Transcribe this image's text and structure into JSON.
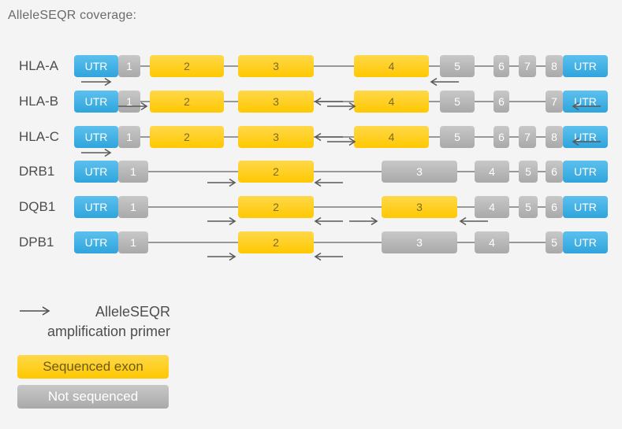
{
  "title": "AlleleSEQR coverage:",
  "colors": {
    "utr": "#2fa5dc",
    "utr_light": "#5cc0ee",
    "exon": "#ffc800",
    "exon_light": "#ffd84a",
    "not_sequenced": "#a9a9a9",
    "not_sequenced_light": "#c8c8c8",
    "line": "#7a7a7a",
    "arrow": "#5a5a5a"
  },
  "genes": [
    {
      "name": "HLA-A",
      "boxes": [
        {
          "label": "UTR",
          "kind": "utr"
        },
        {
          "label": "1",
          "kind": "not_sequenced"
        },
        {
          "label": "2",
          "kind": "exon"
        },
        {
          "label": "3",
          "kind": "exon"
        },
        {
          "label": "4",
          "kind": "exon"
        },
        {
          "label": "5",
          "kind": "not_sequenced"
        },
        {
          "label": "6",
          "kind": "not_sequenced"
        },
        {
          "label": "7",
          "kind": "not_sequenced"
        },
        {
          "label": "8",
          "kind": "not_sequenced"
        },
        {
          "label": "UTR",
          "kind": "utr"
        }
      ],
      "primers": [
        {
          "dir": "right"
        },
        {
          "dir": "left"
        }
      ]
    },
    {
      "name": "HLA-B",
      "boxes": [
        {
          "label": "UTR",
          "kind": "utr"
        },
        {
          "label": "1",
          "kind": "not_sequenced"
        },
        {
          "label": "2",
          "kind": "exon"
        },
        {
          "label": "3",
          "kind": "exon"
        },
        {
          "label": "4",
          "kind": "exon"
        },
        {
          "label": "5",
          "kind": "not_sequenced"
        },
        {
          "label": "6",
          "kind": "not_sequenced"
        },
        {
          "label": "7",
          "kind": "not_sequenced"
        },
        {
          "label": "UTR",
          "kind": "utr"
        }
      ],
      "primers": [
        {
          "dir": "right"
        },
        {
          "dir": "left"
        },
        {
          "dir": "right"
        },
        {
          "dir": "left"
        }
      ]
    },
    {
      "name": "HLA-C",
      "boxes": [
        {
          "label": "UTR",
          "kind": "utr"
        },
        {
          "label": "1",
          "kind": "not_sequenced"
        },
        {
          "label": "2",
          "kind": "exon"
        },
        {
          "label": "3",
          "kind": "exon"
        },
        {
          "label": "4",
          "kind": "exon"
        },
        {
          "label": "5",
          "kind": "not_sequenced"
        },
        {
          "label": "6",
          "kind": "not_sequenced"
        },
        {
          "label": "7",
          "kind": "not_sequenced"
        },
        {
          "label": "8",
          "kind": "not_sequenced"
        },
        {
          "label": "UTR",
          "kind": "utr"
        }
      ],
      "primers": [
        {
          "dir": "right"
        },
        {
          "dir": "left"
        },
        {
          "dir": "right"
        },
        {
          "dir": "left"
        }
      ]
    },
    {
      "name": "DRB1",
      "boxes": [
        {
          "label": "UTR",
          "kind": "utr"
        },
        {
          "label": "1",
          "kind": "not_sequenced"
        },
        {
          "label": "2",
          "kind": "exon"
        },
        {
          "label": "3",
          "kind": "not_sequenced"
        },
        {
          "label": "4",
          "kind": "not_sequenced"
        },
        {
          "label": "5",
          "kind": "not_sequenced"
        },
        {
          "label": "6",
          "kind": "not_sequenced"
        },
        {
          "label": "UTR",
          "kind": "utr"
        }
      ],
      "primers": [
        {
          "dir": "right"
        },
        {
          "dir": "left"
        }
      ]
    },
    {
      "name": "DQB1",
      "boxes": [
        {
          "label": "UTR",
          "kind": "utr"
        },
        {
          "label": "1",
          "kind": "not_sequenced"
        },
        {
          "label": "2",
          "kind": "exon"
        },
        {
          "label": "3",
          "kind": "exon"
        },
        {
          "label": "4",
          "kind": "not_sequenced"
        },
        {
          "label": "5",
          "kind": "not_sequenced"
        },
        {
          "label": "6",
          "kind": "not_sequenced"
        },
        {
          "label": "UTR",
          "kind": "utr"
        }
      ],
      "primers": [
        {
          "dir": "right"
        },
        {
          "dir": "left"
        },
        {
          "dir": "right"
        },
        {
          "dir": "left"
        }
      ]
    },
    {
      "name": "DPB1",
      "boxes": [
        {
          "label": "UTR",
          "kind": "utr"
        },
        {
          "label": "1",
          "kind": "not_sequenced"
        },
        {
          "label": "2",
          "kind": "exon"
        },
        {
          "label": "3",
          "kind": "not_sequenced"
        },
        {
          "label": "4",
          "kind": "not_sequenced"
        },
        {
          "label": "5",
          "kind": "not_sequenced"
        },
        {
          "label": "UTR",
          "kind": "utr"
        }
      ],
      "primers": [
        {
          "dir": "right"
        },
        {
          "dir": "left"
        }
      ]
    }
  ],
  "legend": {
    "primer_label": "AlleleSEQR amplification primer",
    "exon_label": "Sequenced exon",
    "not_sequenced_label": "Not sequenced"
  }
}
